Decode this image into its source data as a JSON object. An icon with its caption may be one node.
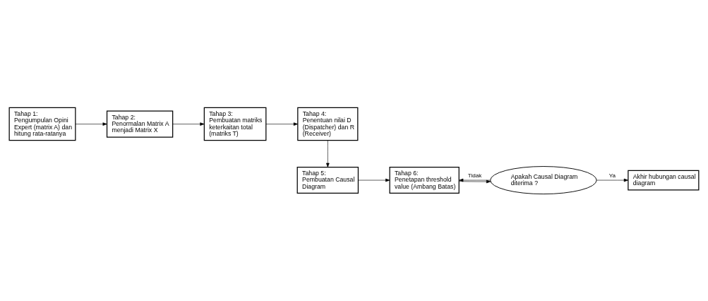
{
  "diagram": {
    "nodes": [
      {
        "text": [
          "Tahap 1:",
          "Pengumpulan Opini Expert (matrix A) dan hitung rata-ratanya"
        ]
      },
      {
        "text": [
          "Tahap 2:",
          "Penormalan Matrix A menjadi Matrix X"
        ]
      },
      {
        "text": [
          "Tahap 3:",
          "Pembuatan matriks keterkaitan total (matriks T)"
        ]
      },
      {
        "text": [
          "Tahap 4:",
          "Penentuan nilai D (Dispatcher) dan R (Receiver)"
        ]
      },
      {
        "text": [
          "Tahap 5:",
          "Pembuatan Causal Diagram"
        ]
      },
      {
        "text": [
          "Tahap 6:",
          "Penetapan threshold value (Ambang Batas)"
        ]
      },
      {
        "text": [
          "Apakah Causal Diagram diterima ?"
        ]
      },
      {
        "text": [
          "Akhir hubungan causal diagram"
        ]
      }
    ],
    "edges": [
      {
        "from": 0,
        "to": 1,
        "arrow": "to"
      },
      {
        "from": 1,
        "to": 2,
        "arrow": "to"
      },
      {
        "from": 2,
        "to": 3,
        "arrow": "to"
      },
      {
        "from": 3,
        "to": 4,
        "arrow": "to"
      },
      {
        "from": 4,
        "to": 5,
        "arrow": "to"
      },
      {
        "from": 5,
        "to": 6,
        "arrow": "to"
      },
      {
        "from": 6,
        "to": 7,
        "arrow": "to",
        "label": "Ya"
      },
      {
        "from": 6,
        "to": 5,
        "arrow": "to",
        "label": "Tidak"
      }
    ]
  }
}
